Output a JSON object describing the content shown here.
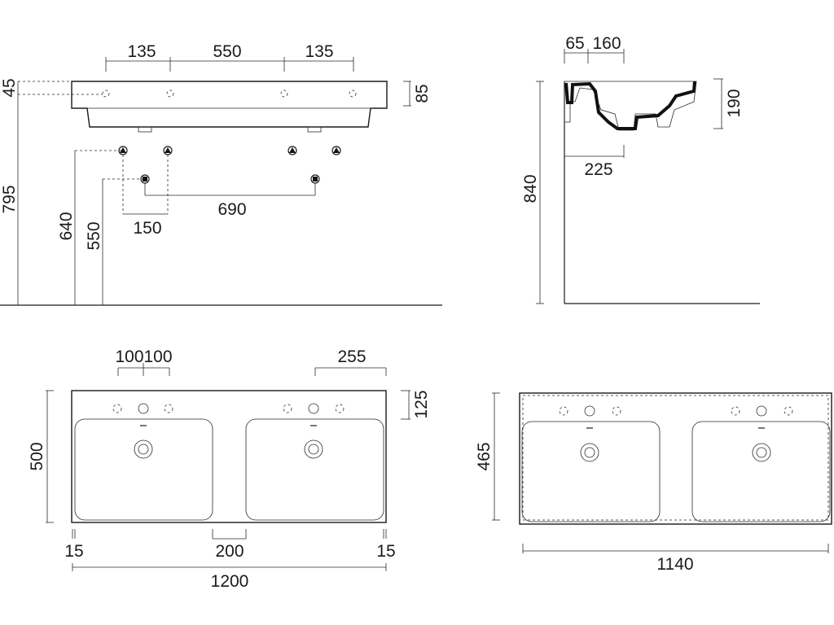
{
  "colors": {
    "line": "#1a1a1a",
    "background": "#ffffff"
  },
  "front_view": {
    "top_dims": [
      "135",
      "550",
      "135"
    ],
    "right_dim": "85",
    "left_dims": [
      "45",
      "795",
      "640",
      "550"
    ],
    "pipe_dims": [
      "150",
      "690"
    ]
  },
  "side_view": {
    "top_dims": [
      "65",
      "160"
    ],
    "right_dim": "190",
    "bottom_dim": "225",
    "height_dim": "840"
  },
  "top_view": {
    "top_dims": [
      "100",
      "100",
      "255"
    ],
    "right_dim": "125",
    "left_dim": "500",
    "bottom_dims": [
      "15",
      "200",
      "15"
    ],
    "width_dim": "1200"
  },
  "inner_view": {
    "left_dim": "465",
    "width_dim": "1140"
  }
}
